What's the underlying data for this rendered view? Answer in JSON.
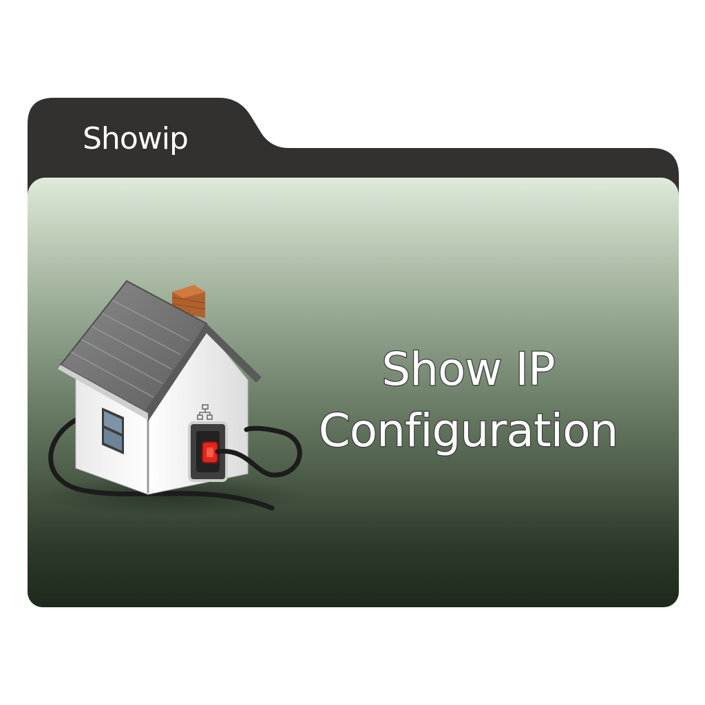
{
  "folder": {
    "tab_label": "Showip",
    "tab_color": "#333130"
  },
  "title": {
    "line1": "Show IP",
    "line2": "Configuration"
  },
  "illustration": {
    "icon": "house-network-icon",
    "plug_color": "#e0261e"
  }
}
